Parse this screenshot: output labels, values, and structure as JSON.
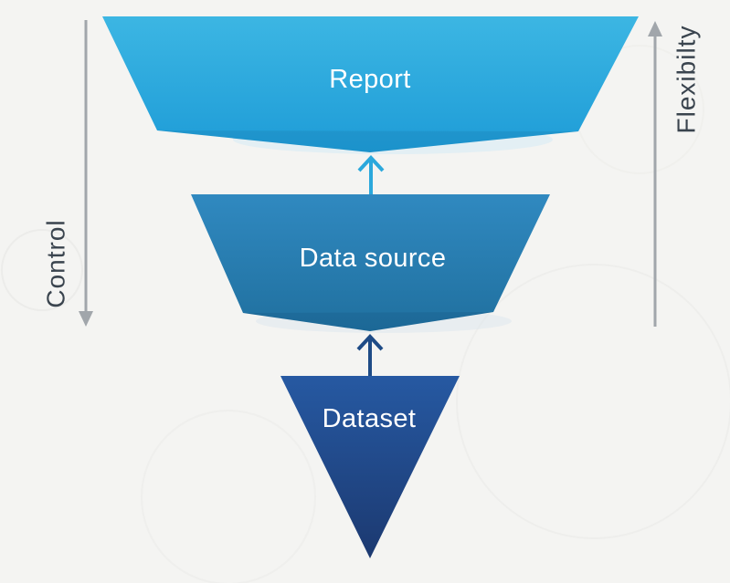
{
  "diagram": {
    "type": "inverted-funnel",
    "background_color": "#F4F4F2",
    "layers": [
      {
        "id": "report",
        "label": "Report",
        "gradient_top": "#3CB6E3",
        "gradient_bottom": "#1E9CD7",
        "text_color": "#FFFFFF"
      },
      {
        "id": "data-source",
        "label": "Data source",
        "gradient_top": "#3089C0",
        "gradient_bottom": "#20709F",
        "text_color": "#FFFFFF"
      },
      {
        "id": "dataset",
        "label": "Dataset",
        "gradient_top": "#2659A2",
        "gradient_bottom": "#1C3970",
        "text_color": "#FFFFFF"
      }
    ],
    "flow_arrows": [
      {
        "id": "dataset-to-datasource",
        "direction": "up",
        "color": "#1E4B86"
      },
      {
        "id": "datasource-to-report",
        "direction": "up",
        "color": "#2BA8DC"
      }
    ],
    "axes": {
      "left": {
        "label": "Control",
        "direction": "down",
        "arrow_color": "#A1A6AB",
        "label_color": "#3A444E"
      },
      "right": {
        "label": "Flexibilty",
        "direction": "up",
        "arrow_color": "#A1A6AB",
        "label_color": "#3A444E"
      }
    }
  }
}
